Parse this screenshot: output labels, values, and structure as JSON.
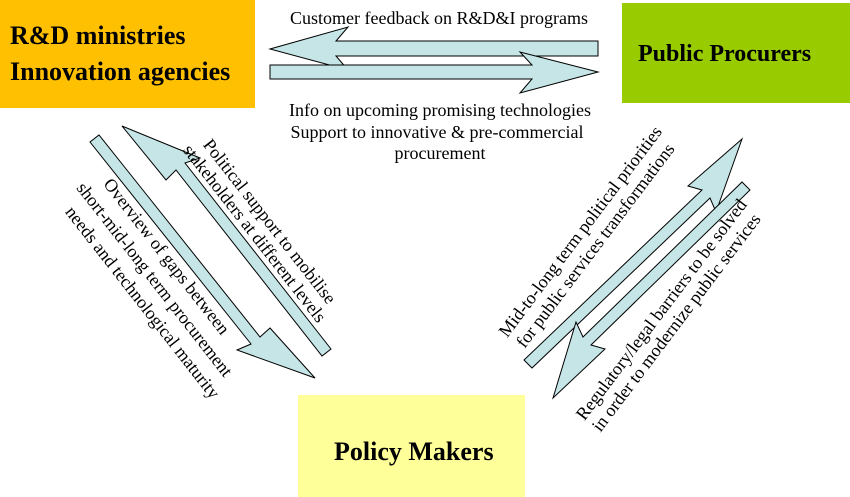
{
  "boxes": {
    "rd": {
      "line1": "R&D ministries",
      "line2": "Innovation agencies",
      "color": "#fec000"
    },
    "public_procurers": {
      "label": "Public Procurers",
      "color": "#98cb00"
    },
    "policy_makers": {
      "label": "Policy Makers",
      "color": "#ffff99"
    }
  },
  "arrow_color": "#c5e5e6",
  "labels": {
    "customer_feedback": "Customer feedback on R&D&I programs",
    "info_line1": "Info on upcoming promising technologies",
    "info_line2": "Support to innovative & pre-commercial",
    "info_line3": "procurement",
    "political_line1": "Political support to mobilise",
    "political_line2": "stakeholders at different levels",
    "overview_line1": "Overview of gaps between",
    "overview_line2": "short-mid-long term procurement",
    "overview_line3": "needs and technological maturity",
    "midterm_line1": "Mid-to-long term political priorities",
    "midterm_line2": "for public services transformations",
    "regulatory_line1": "Regulatory/legal barriers to be solved",
    "regulatory_line2": "in order to modernize public services"
  }
}
